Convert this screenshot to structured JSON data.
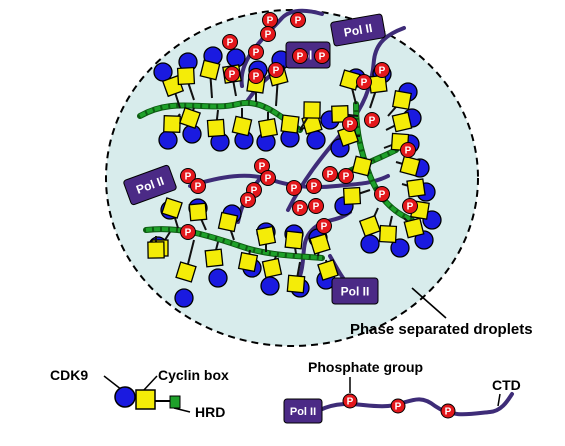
{
  "labels": {
    "droplet": "Phase separated droplets",
    "cdk9": "CDK9",
    "cyclin_box": "Cyclin box",
    "hrd": "HRD",
    "phosphate_group": "Phosphate group",
    "ctd": "CTD",
    "pol2": "Pol II",
    "phospho": "P"
  },
  "colors": {
    "droplet_fill": "#d8ecec",
    "cdk9_blue": "#1a1ae0",
    "cyclin_yellow": "#f4ec08",
    "hrd_green": "#1ea12a",
    "pol_purple": "#4b2a86",
    "phospho_red": "#e3181c",
    "ctd_line": "#3e2c78"
  }
}
